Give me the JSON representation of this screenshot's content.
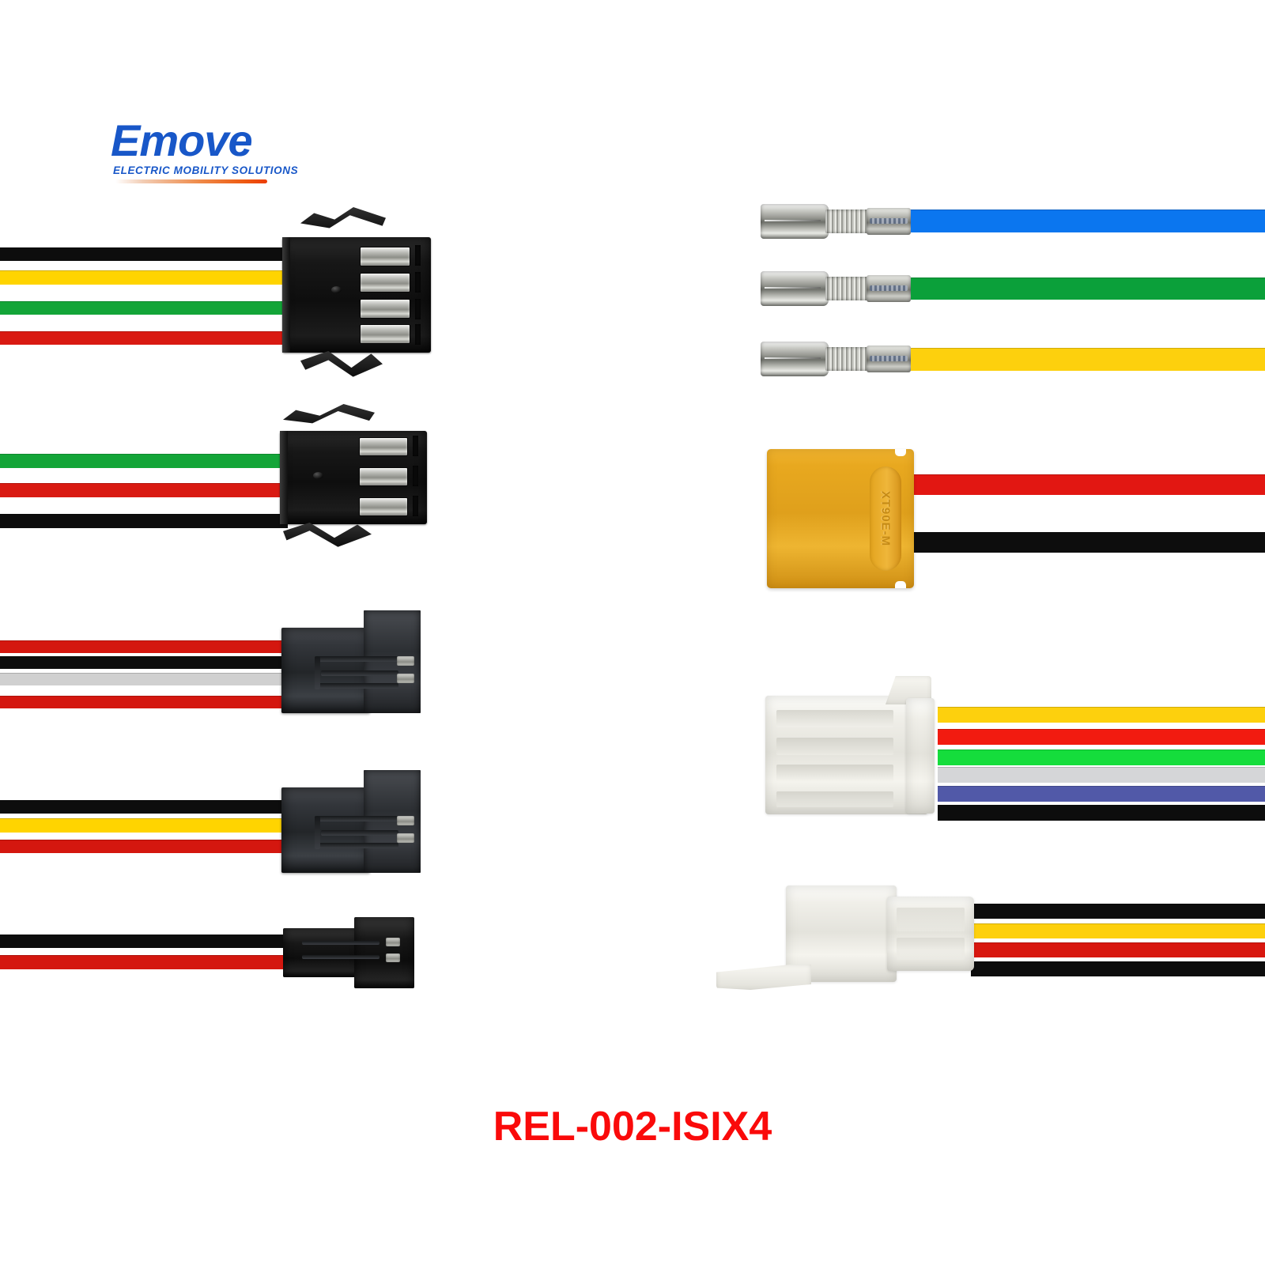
{
  "brand": {
    "name": "Emove",
    "tagline": "ELECTRIC MOBILITY SOLUTIONS",
    "word_color": "#1857c8",
    "swoosh_color": "#ee5a12"
  },
  "product": {
    "code": "REL-002-ISIX4",
    "code_color": "#fa0a0a"
  },
  "background_color": "#ffffff",
  "assemblies": [
    {
      "id": "assembly-1",
      "name": "4-pin black SM connector harness",
      "connector_type": "black-4-pin-housing",
      "connector_color": "#121212",
      "pin_count": 4,
      "side": "left",
      "wires": [
        {
          "color_name": "black",
          "hex": "#0d0d0d"
        },
        {
          "color_name": "yellow",
          "hex": "#ffd400"
        },
        {
          "color_name": "green",
          "hex": "#13a538"
        },
        {
          "color_name": "red",
          "hex": "#d91a12"
        }
      ]
    },
    {
      "id": "assembly-2",
      "name": "3-pin black SM connector harness",
      "connector_type": "black-3-pin-housing",
      "connector_color": "#121212",
      "pin_count": 3,
      "side": "left",
      "wires": [
        {
          "color_name": "green",
          "hex": "#13a538"
        },
        {
          "color_name": "red",
          "hex": "#d91a12"
        },
        {
          "color_name": "black",
          "hex": "#0d0d0d"
        }
      ]
    },
    {
      "id": "assembly-3",
      "name": "4-wire dark grey rectangular connector harness",
      "connector_type": "grey-rectangular-housing",
      "connector_color": "#2b2e32",
      "pin_count": 4,
      "side": "left",
      "wires": [
        {
          "color_name": "red",
          "hex": "#d4170f"
        },
        {
          "color_name": "black",
          "hex": "#0d0d0d"
        },
        {
          "color_name": "grey",
          "hex": "#d0d0d0"
        },
        {
          "color_name": "red",
          "hex": "#d4170f"
        }
      ]
    },
    {
      "id": "assembly-4",
      "name": "3-wire dark grey rectangular connector harness",
      "connector_type": "grey-rectangular-housing",
      "connector_color": "#2b2e32",
      "pin_count": 3,
      "side": "left",
      "wires": [
        {
          "color_name": "black",
          "hex": "#0d0d0d"
        },
        {
          "color_name": "yellow",
          "hex": "#ffd400"
        },
        {
          "color_name": "red",
          "hex": "#d4170f"
        }
      ]
    },
    {
      "id": "assembly-5",
      "name": "2-pin small black connector harness",
      "connector_type": "black-2-pin-housing",
      "connector_color": "#101010",
      "pin_count": 2,
      "side": "left",
      "wires": [
        {
          "color_name": "black",
          "hex": "#0d0d0d"
        },
        {
          "color_name": "red",
          "hex": "#d4170f"
        }
      ]
    },
    {
      "id": "assembly-6",
      "name": "Bullet crimp terminal - blue wire",
      "connector_type": "bullet-terminal",
      "connector_color": "#c3c4be",
      "pin_count": 1,
      "side": "right",
      "wires": [
        {
          "color_name": "blue",
          "hex": "#0b76ef"
        }
      ]
    },
    {
      "id": "assembly-7",
      "name": "Bullet crimp terminal - green wire",
      "connector_type": "bullet-terminal",
      "connector_color": "#c3c4be",
      "pin_count": 1,
      "side": "right",
      "wires": [
        {
          "color_name": "green",
          "hex": "#0ba03a"
        }
      ]
    },
    {
      "id": "assembly-8",
      "name": "Bullet crimp terminal - yellow wire",
      "connector_type": "bullet-terminal",
      "connector_color": "#c3c4be",
      "pin_count": 1,
      "side": "right",
      "wires": [
        {
          "color_name": "yellow",
          "hex": "#fdd00d"
        }
      ]
    },
    {
      "id": "assembly-9",
      "name": "XT90 yellow power connector",
      "connector_type": "xt90-connector",
      "connector_color": "#e8a81f",
      "marking": "XT90E-M",
      "pin_count": 2,
      "side": "right",
      "wires": [
        {
          "color_name": "red",
          "hex": "#e21712"
        },
        {
          "color_name": "black",
          "hex": "#0d0d0d"
        }
      ]
    },
    {
      "id": "assembly-10",
      "name": "White 6-pin Molex style connector harness",
      "connector_type": "white-6-pin-housing",
      "connector_color": "#efeee8",
      "pin_count": 6,
      "side": "right",
      "wires": [
        {
          "color_name": "yellow",
          "hex": "#fdd00d"
        },
        {
          "color_name": "red",
          "hex": "#f21b10"
        },
        {
          "color_name": "green",
          "hex": "#15dd3c"
        },
        {
          "color_name": "grey",
          "hex": "#d5d6d8"
        },
        {
          "color_name": "blue",
          "hex": "#5159a8"
        },
        {
          "color_name": "black",
          "hex": "#0d0d0d"
        }
      ]
    },
    {
      "id": "assembly-11",
      "name": "White latching connector harness",
      "connector_type": "white-latch-housing",
      "connector_color": "#f2f1ec",
      "pin_count": 4,
      "side": "right",
      "wires": [
        {
          "color_name": "black",
          "hex": "#0d0d0d"
        },
        {
          "color_name": "yellow",
          "hex": "#fdd00d"
        },
        {
          "color_name": "red",
          "hex": "#d8170f"
        },
        {
          "color_name": "black",
          "hex": "#0d0d0d"
        }
      ]
    }
  ]
}
